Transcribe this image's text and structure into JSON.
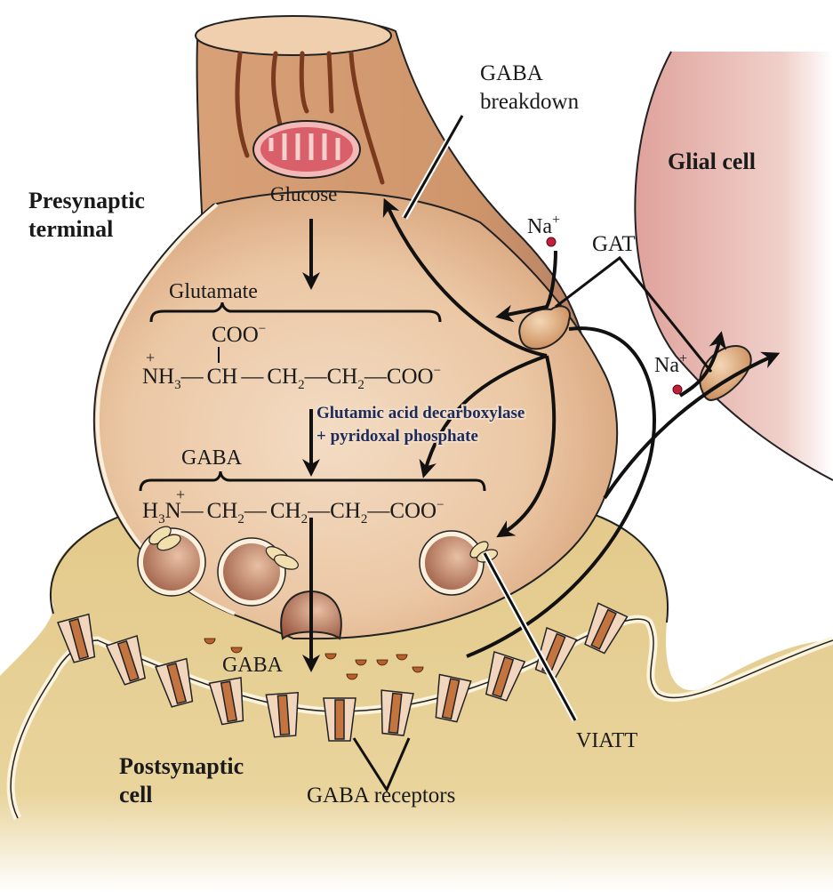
{
  "diagram": {
    "title": "GABA synthesis, release, reuptake and breakdown at the synapse",
    "labels": {
      "presynaptic_line1": "Presynaptic",
      "presynaptic_line2": "terminal",
      "postsynaptic_line1": "Postsynaptic",
      "postsynaptic_line2": "cell",
      "glial_cell": "Glial cell",
      "gaba_breakdown_line1": "GABA",
      "gaba_breakdown_line2": "breakdown",
      "glucose": "Glucose",
      "glutamate": "Glutamate",
      "gaba_precursor_title": "GABA",
      "gaba_cleft": "GABA",
      "gat": "GAT",
      "na_top": "Na",
      "na_top_charge": "+",
      "na_glial": "Na",
      "na_glial_charge": "+",
      "viatt": "VIATT",
      "gaba_receptors": "GABA receptors"
    },
    "enzyme": {
      "line1": "Glutamic acid decarboxylase",
      "line2": "+ pyridoxal phosphate"
    },
    "glutamate_formula": {
      "side_group": "COO",
      "side_charge": "−",
      "amino_charge": "+",
      "nh": "NH",
      "nh_sub": "3",
      "ch": "CH",
      "ch2a": "CH",
      "ch2a_sub": "2",
      "ch2b": "CH",
      "ch2b_sub": "2",
      "coo": "COO",
      "coo_charge": "−",
      "bond": "—"
    },
    "gaba_formula": {
      "h": "H",
      "h_sub": "3",
      "n": "N",
      "n_charge": "+",
      "ch2a": "CH",
      "ch2a_sub": "2",
      "ch2b": "CH",
      "ch2b_sub": "2",
      "ch2c": "CH",
      "ch2c_sub": "2",
      "coo": "COO",
      "coo_charge": "−",
      "bond": "—"
    },
    "colors": {
      "presynaptic": "#d9a57c",
      "presynaptic_light": "#f1d6bd",
      "postsynaptic": "#d8bb6e",
      "glial": "#e2a9a2",
      "mitochondrion": "#d9606a",
      "vesicle": "#a0583e",
      "gaba_dot": "#b9602a",
      "enzyme_text": "#1c2a5c",
      "transporter": "#d9a06b"
    }
  }
}
